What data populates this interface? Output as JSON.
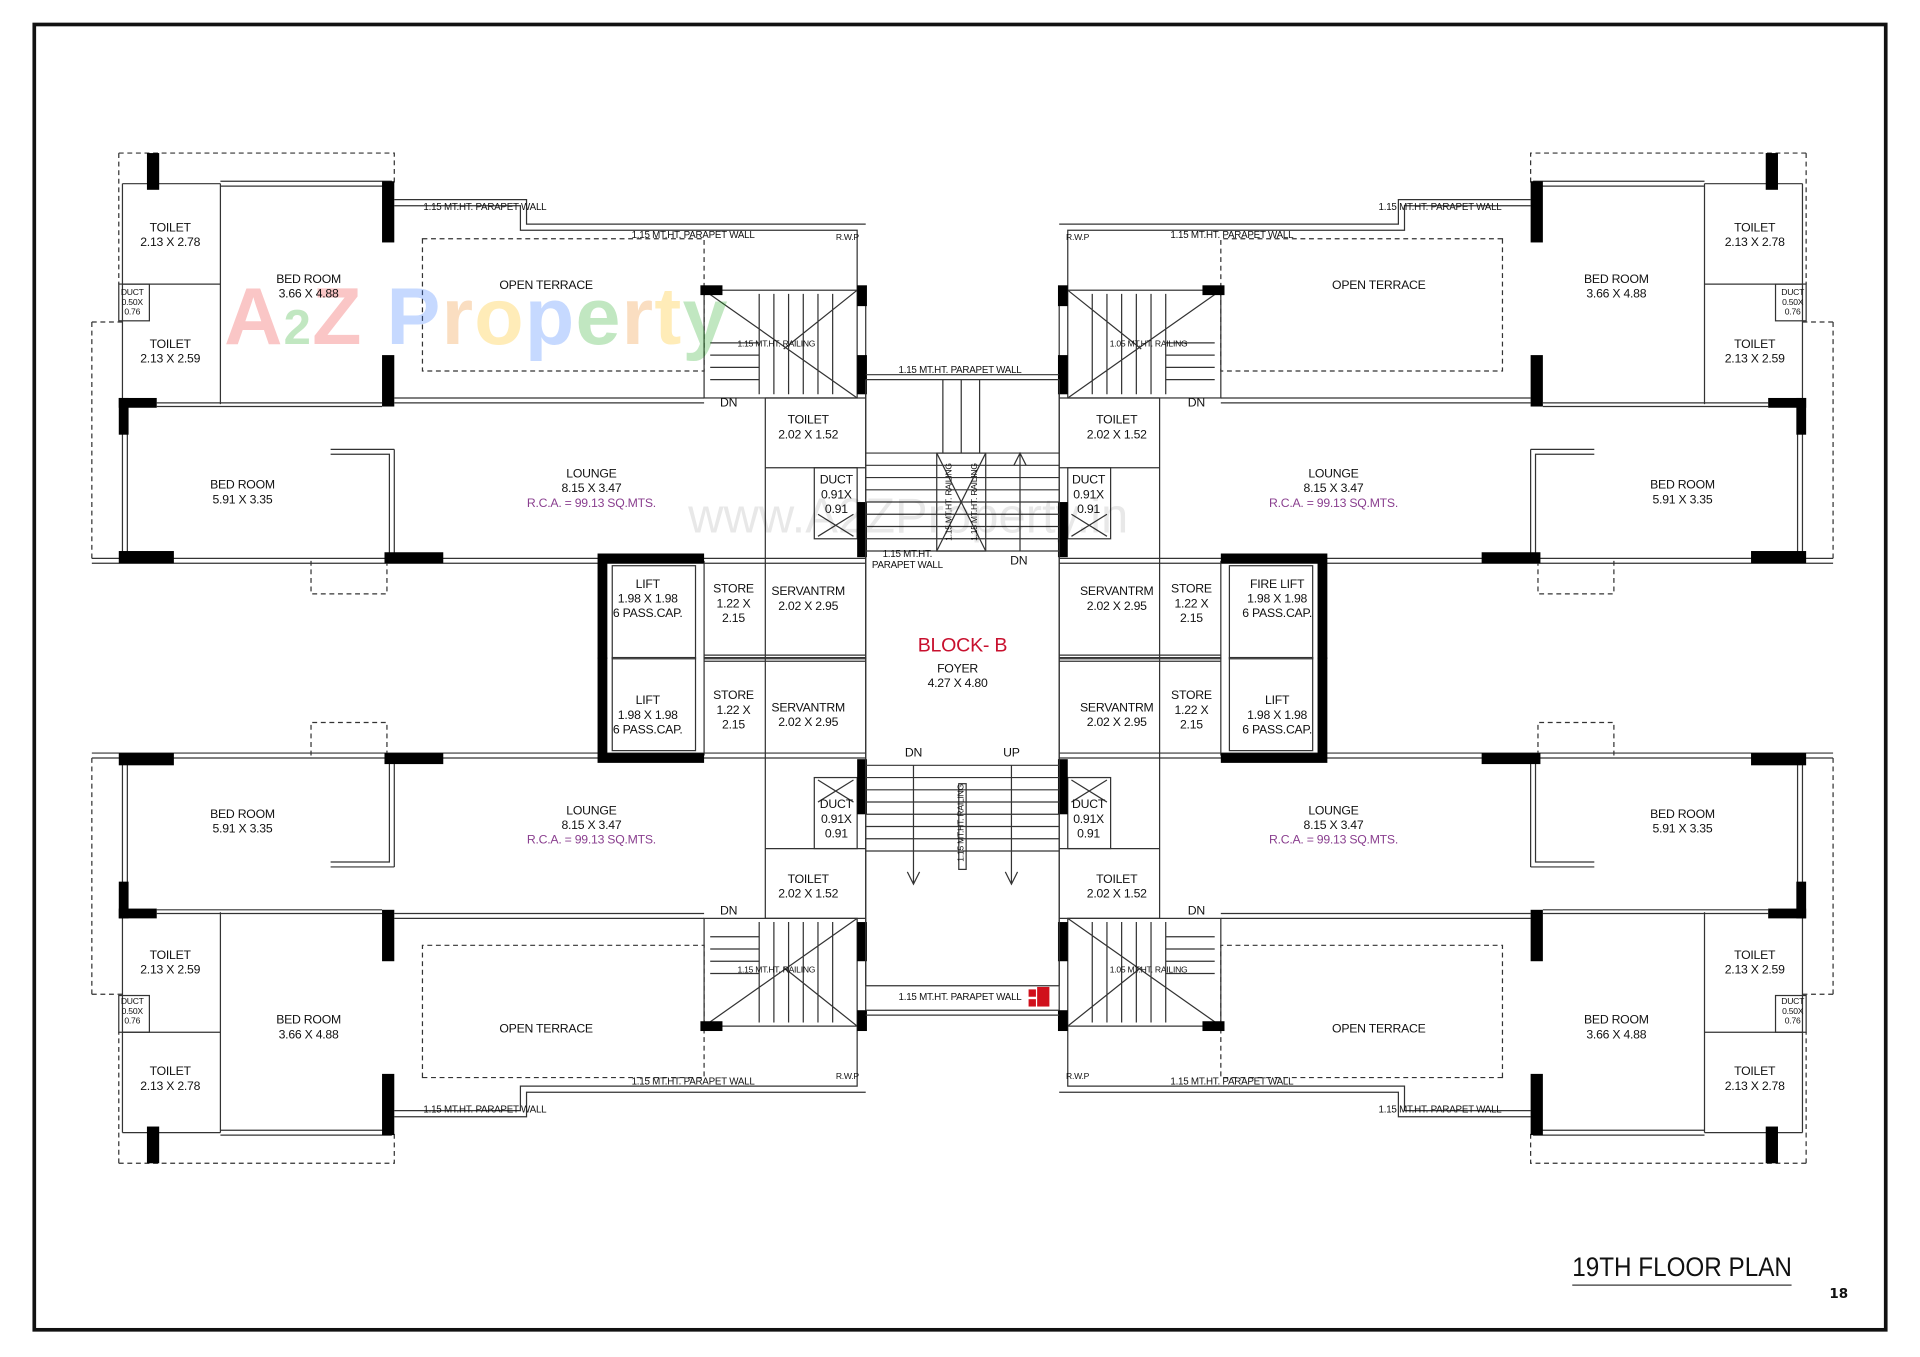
{
  "title": "19TH FLOOR PLAN",
  "page_number": "18",
  "watermark": {
    "logo": "A2Z Property",
    "url": "www.A2ZProperty.in"
  },
  "colors": {
    "walls": "#000000",
    "lines": "#333333",
    "rca": "#8a3f8f",
    "block_title": "#c8102e"
  },
  "core": {
    "block_name": "BLOCK- B",
    "foyer": "FOYER",
    "foyer_size": "4.27 X 4.80",
    "parapet_top": "1.15 MT.HT. PARAPET WALL",
    "parapet_mid_1": "1.15 MT.HT.",
    "parapet_mid_2": "PARAPET WALL",
    "parapet_bottom": "1.15 MT.HT. PARAPET WALL",
    "railing_a": "1.15 MT.HT. RAILING",
    "railing_b": "1.15 MT.HT. RAILING",
    "railing_c": "1.15 MT.HT. RAILING",
    "dn_top": "DN",
    "dn_bottom": "DN",
    "up_bottom": "UP"
  },
  "units": {
    "top_left": {
      "toilet_a": {
        "name": "TOILET",
        "size": "2.13 X 2.78"
      },
      "toilet_b": {
        "name": "TOILET",
        "size": "2.13 X 2.59"
      },
      "duct": {
        "name": "DUCT",
        "size_a": "0.50X",
        "size_b": "0.76"
      },
      "bed_a": {
        "name": "BED ROOM",
        "size": "3.66 X 4.88"
      },
      "bed_b": {
        "name": "BED ROOM",
        "size": "5.91 X 3.35"
      },
      "terrace": "OPEN TERRACE",
      "parapet_1": "1.15 MT.HT. PARAPET WALL",
      "parapet_2": "1.15 MT.HT. PARAPET WALL",
      "rwp": "R.W.P",
      "railing": "1.15 MT.HT. RAILING",
      "dn": "DN",
      "lounge": {
        "name": "LOUNGE",
        "size": "8.15 X 3.47",
        "rca": "R.C.A. = 99.13  SQ.MTS."
      },
      "toilet_c": {
        "name": "TOILET",
        "size": "2.02 X 1.52"
      },
      "duct_c": {
        "name": "DUCT",
        "size_a": "0.91X",
        "size_b": "0.91"
      },
      "servant": {
        "name": "SERVANTRM",
        "size": "2.02 X 2.95"
      },
      "store": {
        "name": "STORE",
        "size_a": "1.22 X",
        "size_b": "2.15"
      },
      "lift": {
        "name": "LIFT",
        "size": "1.98 X 1.98",
        "cap": "6 PASS.CAP."
      }
    },
    "top_right": {
      "toilet_a": {
        "name": "TOILET",
        "size": "2.13 X 2.78"
      },
      "toilet_b": {
        "name": "TOILET",
        "size": "2.13 X 2.59"
      },
      "duct": {
        "name": "DUCT",
        "size_a": "0.50X",
        "size_b": "0.76"
      },
      "bed_a": {
        "name": "BED ROOM",
        "size": "3.66 X 4.88"
      },
      "bed_b": {
        "name": "BED ROOM",
        "size": "5.91 X 3.35"
      },
      "terrace": "OPEN TERRACE",
      "parapet_1": "1.15 MT.HT. PARAPET WALL",
      "parapet_2": "1.15 MT.HT. PARAPET WALL",
      "rwp": "R.W.P",
      "railing": "1.05 MT.HT. RAILING",
      "dn": "DN",
      "lounge": {
        "name": "LOUNGE",
        "size": "8.15 X 3.47",
        "rca": "R.C.A. = 99.13  SQ.MTS."
      },
      "toilet_c": {
        "name": "TOILET",
        "size": "2.02 X 1.52"
      },
      "duct_c": {
        "name": "DUCT",
        "size_a": "0.91X",
        "size_b": "0.91"
      },
      "servant": {
        "name": "SERVANTRM",
        "size": "2.02 X 2.95"
      },
      "store": {
        "name": "STORE",
        "size_a": "1.22 X",
        "size_b": "2.15"
      },
      "lift": {
        "name": "FIRE LIFT",
        "size": "1.98 X 1.98",
        "cap": "6 PASS.CAP."
      }
    },
    "bottom_left": {
      "toilet_a": {
        "name": "TOILET",
        "size": "2.13 X 2.78"
      },
      "toilet_b": {
        "name": "TOILET",
        "size": "2.13 X 2.59"
      },
      "duct": {
        "name": "DUCT",
        "size_a": "0.50X",
        "size_b": "0.76"
      },
      "bed_a": {
        "name": "BED ROOM",
        "size": "3.66 X 4.88"
      },
      "bed_b": {
        "name": "BED ROOM",
        "size": "5.91 X 3.35"
      },
      "terrace": "OPEN TERRACE",
      "parapet_1": "1.15 MT.HT. PARAPET WALL",
      "parapet_2": "1.15 MT.HT. PARAPET WALL",
      "rwp": "R.W.P",
      "railing": "1.15 MT.HT. RAILING",
      "dn": "DN",
      "lounge": {
        "name": "LOUNGE",
        "size": "8.15 X 3.47",
        "rca": "R.C.A. = 99.13  SQ.MTS."
      },
      "toilet_c": {
        "name": "TOILET",
        "size": "2.02 X 1.52"
      },
      "duct_c": {
        "name": "DUCT",
        "size_a": "0.91X",
        "size_b": "0.91"
      },
      "servant": {
        "name": "SERVANTRM",
        "size": "2.02 X 2.95"
      },
      "store": {
        "name": "STORE",
        "size_a": "1.22 X",
        "size_b": "2.15"
      },
      "lift": {
        "name": "LIFT",
        "size": "1.98 X 1.98",
        "cap": "6 PASS.CAP."
      }
    },
    "bottom_right": {
      "toilet_a": {
        "name": "TOILET",
        "size": "2.13 X 2.78"
      },
      "toilet_b": {
        "name": "TOILET",
        "size": "2.13 X 2.59"
      },
      "duct": {
        "name": "DUCT",
        "size_a": "0.50X",
        "size_b": "0.76"
      },
      "bed_a": {
        "name": "BED ROOM",
        "size": "3.66 X 4.88"
      },
      "bed_b": {
        "name": "BED ROOM",
        "size": "5.91 X 3.35"
      },
      "terrace": "OPEN TERRACE",
      "parapet_1": "1.15 MT.HT. PARAPET WALL",
      "parapet_2": "1.15 MT.HT. PARAPET WALL",
      "rwp": "R.W.P",
      "railing": "1.05 MT.HT. RAILING",
      "dn": "DN",
      "lounge": {
        "name": "LOUNGE",
        "size": "8.15 X 3.47",
        "rca": "R.C.A. = 99.13  SQ.MTS."
      },
      "toilet_c": {
        "name": "TOILET",
        "size": "2.02 X 1.52"
      },
      "duct_c": {
        "name": "DUCT",
        "size_a": "0.91X",
        "size_b": "0.91"
      },
      "servant": {
        "name": "SERVANTRM",
        "size": "2.02 X 2.95"
      },
      "store": {
        "name": "STORE",
        "size_a": "1.22 X",
        "size_b": "2.15"
      },
      "lift": {
        "name": "LIFT",
        "size": "1.98 X 1.98",
        "cap": "6 PASS.CAP."
      }
    }
  }
}
